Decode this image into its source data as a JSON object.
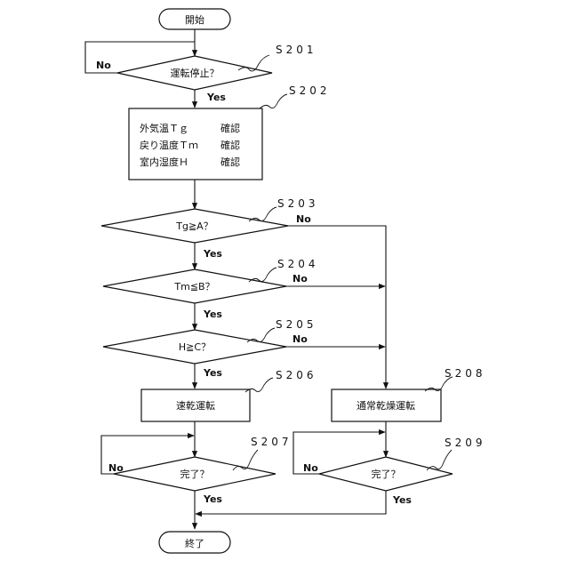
{
  "nodes": {
    "start": "開始",
    "s201": "運転停止？",
    "s202": [
      "外気温Ｔｇ",
      "確認",
      "戻り温度Ｔｍ",
      "確認",
      "室内湿度Ｈ",
      "確認"
    ],
    "s203": "Tg≧A？",
    "s204": "Tm≦B？",
    "s205": "H≧C？",
    "s206": "速乾運転",
    "s207": "完了？",
    "s208": "通常乾燥運転",
    "s209": "完了？",
    "end": "終了"
  },
  "steps": {
    "s201": "S201",
    "s202": "S202",
    "s203": "S203",
    "s204": "S204",
    "s205": "S205",
    "s206": "S206",
    "s207": "S207",
    "s208": "S208",
    "s209": "S209"
  },
  "branch_labels": {
    "yes": "Yes",
    "no": "No"
  }
}
